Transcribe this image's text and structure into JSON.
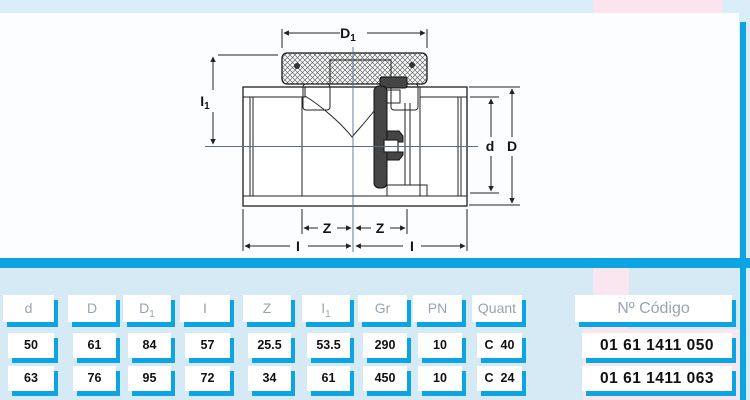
{
  "colors": {
    "accent_blue": "#0ca4e2",
    "band_light_blue": "#daeef9",
    "table_light_blue": "#d6eaf6",
    "pink": "#fae6ee",
    "header_text_gray": "#99a3ae"
  },
  "drawing": {
    "labels": {
      "D1": {
        "main": "D",
        "sub": "1"
      },
      "I1": {
        "main": "I",
        "sub": "1"
      },
      "d": "d",
      "D": "D",
      "Z": "Z",
      "I": "I"
    }
  },
  "table": {
    "headers": [
      {
        "label": "d"
      },
      {
        "label": "D"
      },
      {
        "label": "D",
        "sub": "1"
      },
      {
        "label": "I"
      },
      {
        "label": "Z"
      },
      {
        "label": "I",
        "sub": "1"
      },
      {
        "label": "Gr"
      },
      {
        "label": "PN"
      },
      {
        "label": "Quant"
      },
      {
        "label": "Nº Código"
      }
    ],
    "rows": [
      [
        "50",
        "61",
        "84",
        "57",
        "25.5",
        "53.5",
        "290",
        "10",
        "C  40",
        "01 61 1411 050"
      ],
      [
        "63",
        "76",
        "95",
        "72",
        "34",
        "61",
        "450",
        "10",
        "C  24",
        "01 61 1411 063"
      ]
    ]
  }
}
